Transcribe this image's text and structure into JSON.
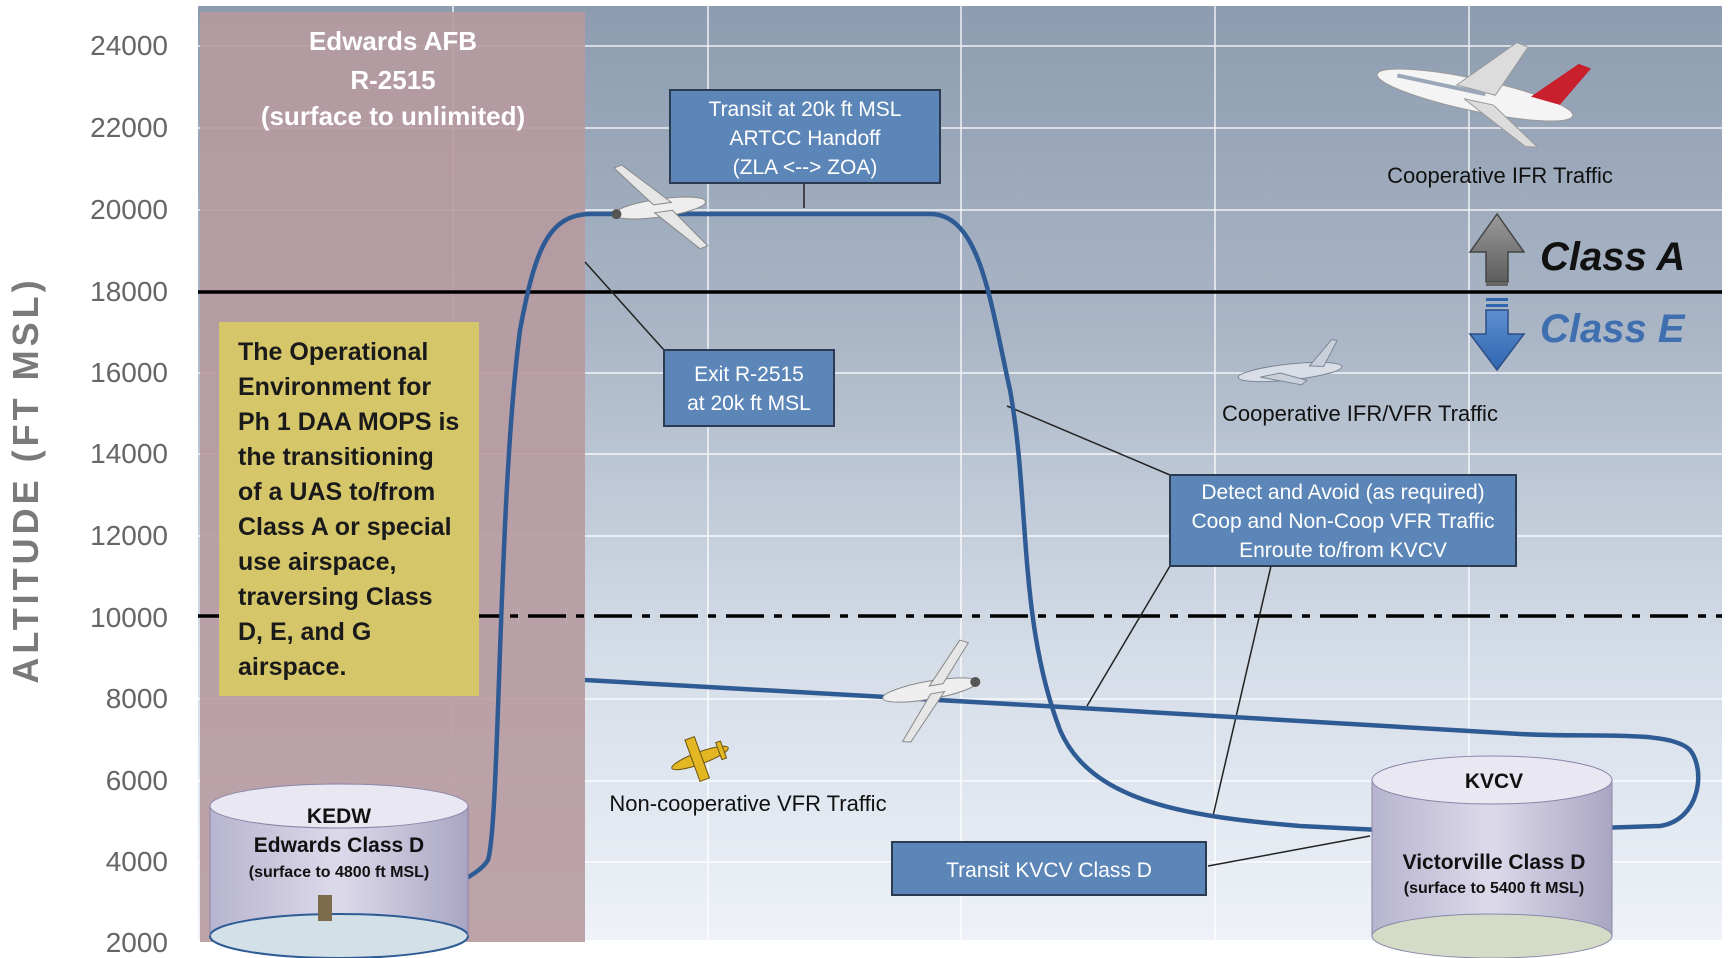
{
  "y_axis": {
    "label": "ALTITUDE (FT MSL)",
    "ticks": [
      "24000",
      "22000",
      "20000",
      "18000",
      "16000",
      "14000",
      "12000",
      "10000",
      "8000",
      "6000",
      "4000",
      "2000"
    ]
  },
  "restricted_area": {
    "title": "Edwards AFB",
    "name": "R-2515",
    "extent": "(surface to unlimited)"
  },
  "info_box": {
    "lines": [
      "The Operational",
      "Environment for",
      "Ph 1 DAA MOPS is",
      "the transitioning",
      "of a UAS to/from",
      "Class A or special",
      "use airspace,",
      "traversing Class",
      "D, E, and G",
      "airspace."
    ]
  },
  "callouts": {
    "transit": [
      "Transit at 20k ft MSL",
      "ARTCC Handoff",
      "(ZLA <--> ZOA)"
    ],
    "exit": [
      "Exit R-2515",
      "at 20k ft MSL"
    ],
    "detect": [
      "Detect and Avoid (as required)",
      "Coop and Non-Coop VFR Traffic",
      "Enroute to/from KVCV"
    ],
    "kvcv_transit": "Transit  KVCV Class D"
  },
  "classes": {
    "a": "Class A",
    "e": "Class E",
    "a_color": "#111111",
    "e_color": "#3f6faf"
  },
  "traffic": {
    "ifr": "Cooperative IFR Traffic",
    "ifr_vfr": "Cooperative IFR/VFR Traffic",
    "noncoop": "Non-cooperative VFR Traffic"
  },
  "airports": {
    "kedw": {
      "code": "KEDW",
      "name": "Edwards Class D",
      "extent": "(surface to 4800 ft MSL)"
    },
    "kvcv": {
      "code": "KVCV",
      "name": "Victorville Class D",
      "extent": "(surface to 5400 ft MSL)"
    }
  },
  "colors": {
    "flight_path": "#2f5b95",
    "callout_fill": "#5d86b8",
    "restricted_fill": "#b79aa0",
    "info_fill": "#d6c66a"
  },
  "icons": [
    "airliner-icon",
    "uas-drone-icon",
    "small-aircraft-icon",
    "light-aircraft-icon",
    "arrow-up-icon",
    "arrow-down-icon"
  ]
}
